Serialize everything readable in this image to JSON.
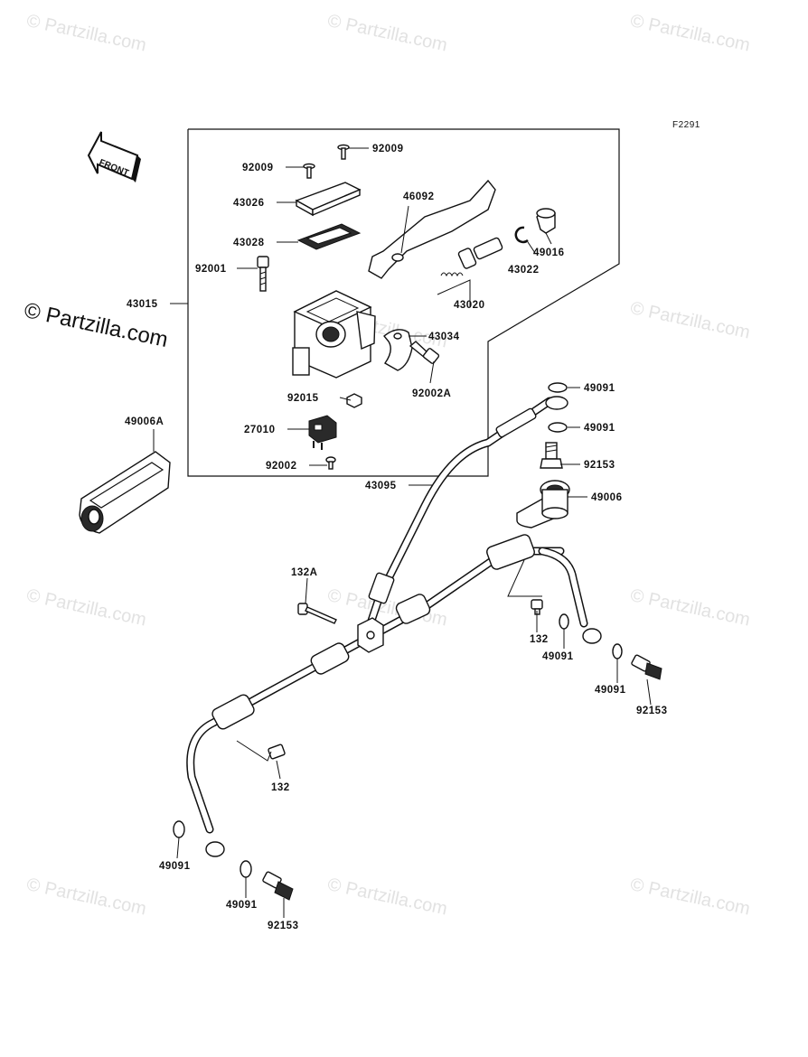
{
  "watermark": "© Partzilla.com",
  "copyright": "© Partzilla.com",
  "figure_code": "F2291",
  "front_label": "FRONT",
  "parts": [
    {
      "id": "p92009a",
      "number": "92009"
    },
    {
      "id": "p92009b",
      "number": "92009"
    },
    {
      "id": "p43026",
      "number": "43026"
    },
    {
      "id": "p43028",
      "number": "43028"
    },
    {
      "id": "p92001",
      "number": "92001"
    },
    {
      "id": "p43015",
      "number": "43015"
    },
    {
      "id": "p46092",
      "number": "46092"
    },
    {
      "id": "p49016",
      "number": "49016"
    },
    {
      "id": "p43022",
      "number": "43022"
    },
    {
      "id": "p43020",
      "number": "43020"
    },
    {
      "id": "p43034",
      "number": "43034"
    },
    {
      "id": "p92002A",
      "number": "92002A"
    },
    {
      "id": "p92015",
      "number": "92015"
    },
    {
      "id": "p27010",
      "number": "27010"
    },
    {
      "id": "p92002",
      "number": "92002"
    },
    {
      "id": "p49006A",
      "number": "49006A"
    },
    {
      "id": "p43095",
      "number": "43095"
    },
    {
      "id": "p49091a",
      "number": "49091"
    },
    {
      "id": "p49091b",
      "number": "49091"
    },
    {
      "id": "p92153a",
      "number": "92153"
    },
    {
      "id": "p49006",
      "number": "49006"
    },
    {
      "id": "p132A",
      "number": "132A"
    },
    {
      "id": "p132a",
      "number": "132"
    },
    {
      "id": "p49091c",
      "number": "49091"
    },
    {
      "id": "p49091d",
      "number": "49091"
    },
    {
      "id": "p92153b",
      "number": "92153"
    },
    {
      "id": "p132b",
      "number": "132"
    },
    {
      "id": "p49091e",
      "number": "49091"
    },
    {
      "id": "p49091f",
      "number": "49091"
    },
    {
      "id": "p92153c",
      "number": "92153"
    }
  ]
}
